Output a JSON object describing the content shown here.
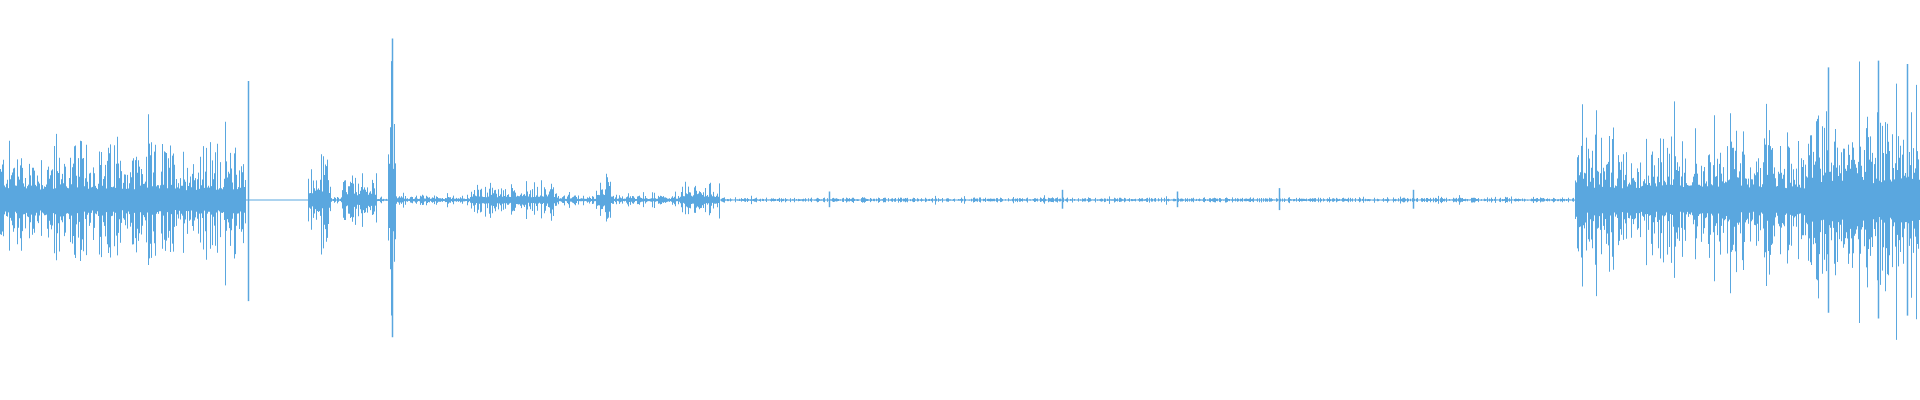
{
  "waveform": {
    "color": "#5aa7df",
    "background": "#ffffff",
    "segments": [
      {
        "start": 0.0,
        "end": 0.128,
        "level": 0.34
      },
      {
        "start": 0.128,
        "end": 0.16,
        "level": 0.0
      },
      {
        "start": 0.16,
        "end": 0.172,
        "level": 0.22
      },
      {
        "start": 0.172,
        "end": 0.178,
        "level": 0.02
      },
      {
        "start": 0.178,
        "end": 0.196,
        "level": 0.15
      },
      {
        "start": 0.196,
        "end": 0.202,
        "level": 0.02
      },
      {
        "start": 0.202,
        "end": 0.206,
        "level": 0.95
      },
      {
        "start": 0.206,
        "end": 0.245,
        "level": 0.03
      },
      {
        "start": 0.245,
        "end": 0.29,
        "level": 0.09
      },
      {
        "start": 0.29,
        "end": 0.31,
        "level": 0.03
      },
      {
        "start": 0.31,
        "end": 0.318,
        "level": 0.14
      },
      {
        "start": 0.318,
        "end": 0.355,
        "level": 0.03
      },
      {
        "start": 0.355,
        "end": 0.375,
        "level": 0.1
      },
      {
        "start": 0.375,
        "end": 0.82,
        "level": 0.015
      },
      {
        "start": 0.82,
        "end": 0.94,
        "level": 0.4
      },
      {
        "start": 0.94,
        "end": 1.0,
        "level": 0.55
      }
    ],
    "spikes": [
      {
        "x": 0.129,
        "level": 0.7
      },
      {
        "x": 0.204,
        "level": 0.95
      },
      {
        "x": 0.432,
        "level": 0.05
      },
      {
        "x": 0.553,
        "level": 0.06
      },
      {
        "x": 0.613,
        "level": 0.05
      },
      {
        "x": 0.666,
        "level": 0.07
      },
      {
        "x": 0.736,
        "level": 0.06
      },
      {
        "x": 0.952,
        "level": 0.78
      },
      {
        "x": 0.978,
        "level": 0.82
      },
      {
        "x": 0.993,
        "level": 0.8
      }
    ]
  }
}
